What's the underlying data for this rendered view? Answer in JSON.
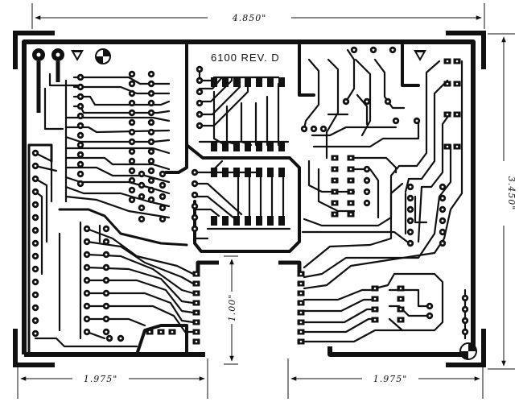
{
  "board_label": "6100  REV. D",
  "dimensions": {
    "width_total": "4.850\"",
    "height_total": "3.450\"",
    "bottom_left": "1.975\"",
    "bottom_right": "1.975\"",
    "slot_depth": "1.00\""
  },
  "colors": {
    "ink": "#111111",
    "paper": "#ffffff"
  }
}
